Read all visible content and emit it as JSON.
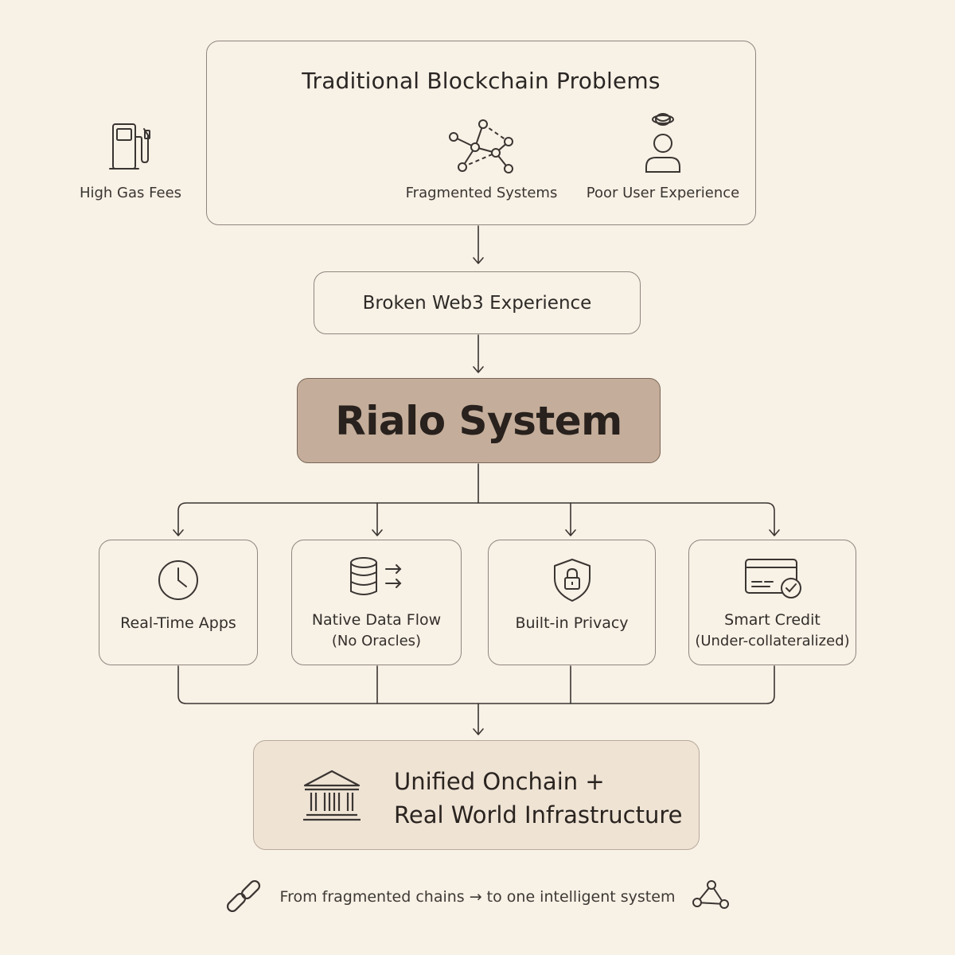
{
  "problems": {
    "title": "Traditional Blockchain Problems",
    "items": [
      {
        "label": "High Gas Fees",
        "icon": "gas-pump-icon"
      },
      {
        "label": "Fragmented Systems",
        "icon": "network-nodes-icon"
      },
      {
        "label": "Poor User Experience",
        "icon": "confused-user-icon"
      }
    ]
  },
  "broken": {
    "label": "Broken Web3 Experience"
  },
  "rialo": {
    "label": "Rialo System"
  },
  "features": [
    {
      "line1": "Real-Time Apps",
      "line2": "",
      "icon": "clock-icon"
    },
    {
      "line1": "Native Data Flow",
      "line2": "(No Oracles)",
      "icon": "database-flow-icon"
    },
    {
      "line1": "Built-in Privacy",
      "line2": "",
      "icon": "shield-lock-icon"
    },
    {
      "line1": "Smart Credit",
      "line2": "(Under-collateralized)",
      "icon": "credit-card-check-icon"
    }
  ],
  "unified": {
    "line1": "Unified Onchain +",
    "line2": "Real World Infrastructure",
    "icon": "bank-building-icon"
  },
  "footer": {
    "text": "From fragmented chains → to one intelligent system",
    "left_icon": "chain-link-icon",
    "right_icon": "network-triangle-icon"
  },
  "colors": {
    "background": "#f8f1e6",
    "rialo_fill": "#c4ad9a",
    "unified_fill": "#efe3d4",
    "line": "#3a3532"
  }
}
